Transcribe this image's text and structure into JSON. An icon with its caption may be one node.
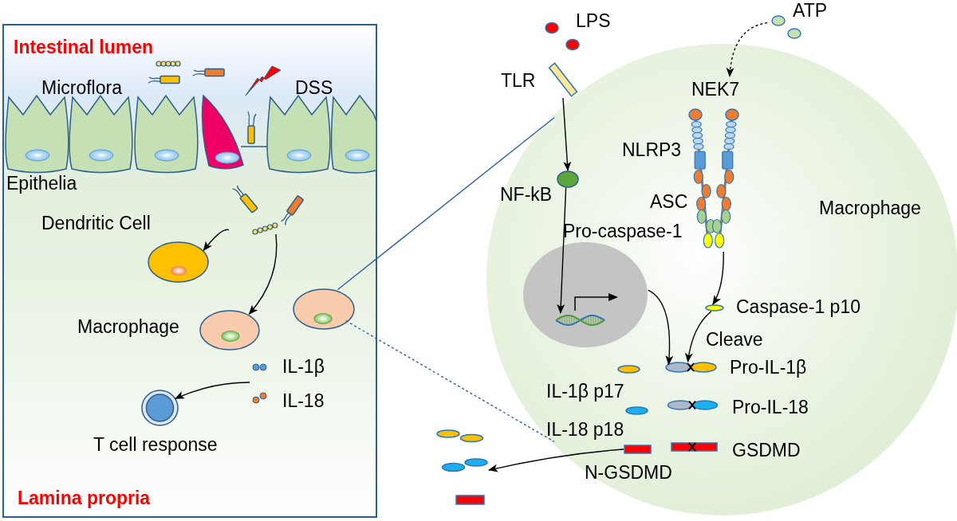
{
  "diagram": {
    "nodes": [
      {
        "text": [
          "Intestinal lumen",
          "Lamina propria"
        ]
      },
      {
        "text": [],
        "shape": "picture",
        "in": 0
      },
      {
        "text": [],
        "shape": "circle",
        "in": 0,
        "beside": [
          "Dendritic Cell"
        ]
      },
      {
        "text": [],
        "shape": "circle",
        "in": 0,
        "beside": [
          "Macrophage"
        ]
      },
      {
        "text": [],
        "shape": "circle",
        "in": 0
      },
      {
        "text": [
          "IL-1β",
          "IL-18"
        ],
        "in": 0
      },
      {
        "text": [],
        "shape": "circle",
        "in": 0,
        "beside": [
          "T cell response"
        ]
      },
      {
        "text": [
          "Macrophage"
        ]
      },
      {
        "text": [],
        "shape": "bar",
        "beside": [
          "TLR"
        ]
      },
      {
        "text": [],
        "shape": "circle",
        "in": 7,
        "beside": [
          "NF-kB"
        ]
      },
      {
        "text": [],
        "shape": "circle",
        "in": 7
      },
      {
        "text": [],
        "shape": "picture",
        "in": 10
      },
      {
        "text": [
          "ATP"
        ]
      },
      {
        "text": [
          "NEK7"
        ],
        "in": 7,
        "beside": [
          "NLRP3",
          "ASC",
          "Pro-caspase-1"
        ]
      },
      {
        "text": [],
        "shape": "circle",
        "in": 7,
        "beside": [
          "Caspase-1 p10"
        ]
      },
      {
        "text": [],
        "shape": "circle",
        "in": 7,
        "beside": [
          "Pro-IL-1β"
        ]
      },
      {
        "text": [],
        "shape": "circle",
        "in": 7,
        "beside": [
          "Pro-IL-18"
        ]
      },
      {
        "text": [],
        "shape": "bar",
        "in": 7,
        "beside": [
          "GSDMD"
        ]
      },
      {
        "text": [],
        "shape": "circle",
        "in": 7,
        "beside": [
          "IL-1β p17"
        ]
      },
      {
        "text": [],
        "shape": "circle",
        "in": 7,
        "beside": [
          "IL-18 p18"
        ]
      },
      {
        "text": [],
        "shape": "bar",
        "in": 7,
        "beside": [
          "N-GSDMD"
        ]
      },
      {
        "text": [],
        "shape": "picture"
      }
    ],
    "edges": [
      {
        "from": 1,
        "to": 2,
        "arrow": "to"
      },
      {
        "from": 1,
        "to": 3,
        "arrow": "to"
      },
      {
        "from": 5,
        "to": 6,
        "arrow": "to"
      },
      {
        "from": 4,
        "to": 7,
        "arrow": "none",
        "color": "#2e5fa0"
      },
      {
        "from": 4,
        "to": 7,
        "arrow": "none",
        "style": "dashed",
        "color": "#2e5fa0"
      },
      {
        "from": 8,
        "to": 9,
        "arrow": "to"
      },
      {
        "from": 9,
        "to": 11,
        "arrow": "to"
      },
      {
        "from": 12,
        "to": 13,
        "arrow": "to",
        "style": "dashed"
      },
      {
        "from": 13,
        "to": 14,
        "arrow": "to"
      },
      {
        "from": 10,
        "to": 15,
        "arrow": "to"
      },
      {
        "from": 14,
        "to": 15,
        "arrow": "to",
        "label": "Cleave"
      },
      {
        "from": 20,
        "to": 21,
        "arrow": "to"
      }
    ],
    "labels": [
      "Microflora",
      "DSS",
      "Epithelia",
      "LPS"
    ]
  }
}
